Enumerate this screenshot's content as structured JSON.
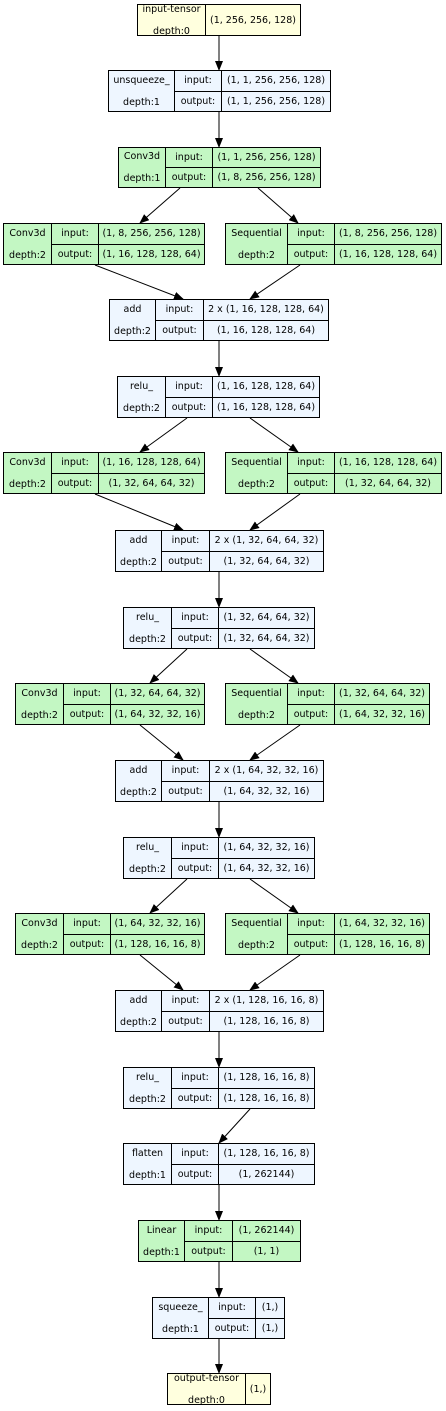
{
  "nodes": [
    {
      "id": "input_tensor",
      "type": "io",
      "color": "yellow",
      "name": [
        "input-tensor",
        "depth:0"
      ],
      "value": "(1, 256, 256, 128)"
    },
    {
      "id": "unsqueeze",
      "type": "layer",
      "color": "blue",
      "name": [
        "unsqueeze_",
        "depth:1"
      ],
      "input": "(1, 1, 256, 256, 128)",
      "output": "(1, 1, 256, 256, 128)"
    },
    {
      "id": "conv3d_0",
      "type": "layer",
      "color": "green",
      "name": [
        "Conv3d",
        "depth:1"
      ],
      "input": "(1, 1, 256, 256, 128)",
      "output": "(1, 8, 256, 256, 128)"
    },
    {
      "id": "conv3d_1",
      "type": "layer",
      "color": "green",
      "name": [
        "Conv3d",
        "depth:2"
      ],
      "input": "(1, 8, 256, 256, 128)",
      "output": "(1, 16, 128, 128, 64)"
    },
    {
      "id": "seq_1",
      "type": "layer",
      "color": "green",
      "name": [
        "Sequential",
        "depth:2"
      ],
      "input": "(1, 8, 256, 256, 128)",
      "output": "(1, 16, 128, 128, 64)"
    },
    {
      "id": "add_1",
      "type": "layer",
      "color": "blue",
      "name": [
        "add",
        "depth:2"
      ],
      "input": "2 x (1, 16, 128, 128, 64)",
      "output": "(1, 16, 128, 128, 64)"
    },
    {
      "id": "relu_1",
      "type": "layer",
      "color": "blue",
      "name": [
        "relu_",
        "depth:2"
      ],
      "input": "(1, 16, 128, 128, 64)",
      "output": "(1, 16, 128, 128, 64)"
    },
    {
      "id": "conv3d_2",
      "type": "layer",
      "color": "green",
      "name": [
        "Conv3d",
        "depth:2"
      ],
      "input": "(1, 16, 128, 128, 64)",
      "output": "(1, 32, 64, 64, 32)"
    },
    {
      "id": "seq_2",
      "type": "layer",
      "color": "green",
      "name": [
        "Sequential",
        "depth:2"
      ],
      "input": "(1, 16, 128, 128, 64)",
      "output": "(1, 32, 64, 64, 32)"
    },
    {
      "id": "add_2",
      "type": "layer",
      "color": "blue",
      "name": [
        "add",
        "depth:2"
      ],
      "input": "2 x (1, 32, 64, 64, 32)",
      "output": "(1, 32, 64, 64, 32)"
    },
    {
      "id": "relu_2",
      "type": "layer",
      "color": "blue",
      "name": [
        "relu_",
        "depth:2"
      ],
      "input": "(1, 32, 64, 64, 32)",
      "output": "(1, 32, 64, 64, 32)"
    },
    {
      "id": "conv3d_3",
      "type": "layer",
      "color": "green",
      "name": [
        "Conv3d",
        "depth:2"
      ],
      "input": "(1, 32, 64, 64, 32)",
      "output": "(1, 64, 32, 32, 16)"
    },
    {
      "id": "seq_3",
      "type": "layer",
      "color": "green",
      "name": [
        "Sequential",
        "depth:2"
      ],
      "input": "(1, 32, 64, 64, 32)",
      "output": "(1, 64, 32, 32, 16)"
    },
    {
      "id": "add_3",
      "type": "layer",
      "color": "blue",
      "name": [
        "add",
        "depth:2"
      ],
      "input": "2 x (1, 64, 32, 32, 16)",
      "output": "(1, 64, 32, 32, 16)"
    },
    {
      "id": "relu_3",
      "type": "layer",
      "color": "blue",
      "name": [
        "relu_",
        "depth:2"
      ],
      "input": "(1, 64, 32, 32, 16)",
      "output": "(1, 64, 32, 32, 16)"
    },
    {
      "id": "conv3d_4",
      "type": "layer",
      "color": "green",
      "name": [
        "Conv3d",
        "depth:2"
      ],
      "input": "(1, 64, 32, 32, 16)",
      "output": "(1, 128, 16, 16, 8)"
    },
    {
      "id": "seq_4",
      "type": "layer",
      "color": "green",
      "name": [
        "Sequential",
        "depth:2"
      ],
      "input": "(1, 64, 32, 32, 16)",
      "output": "(1, 128, 16, 16, 8)"
    },
    {
      "id": "add_4",
      "type": "layer",
      "color": "blue",
      "name": [
        "add",
        "depth:2"
      ],
      "input": "2 x (1, 128, 16, 16, 8)",
      "output": "(1, 128, 16, 16, 8)"
    },
    {
      "id": "relu_4",
      "type": "layer",
      "color": "blue",
      "name": [
        "relu_",
        "depth:2"
      ],
      "input": "(1, 128, 16, 16, 8)",
      "output": "(1, 128, 16, 16, 8)"
    },
    {
      "id": "flatten",
      "type": "layer",
      "color": "blue",
      "name": [
        "flatten",
        "depth:1"
      ],
      "input": "(1, 128, 16, 16, 8)",
      "output": "(1, 262144)"
    },
    {
      "id": "linear",
      "type": "layer",
      "color": "green",
      "name": [
        "Linear",
        "depth:1"
      ],
      "input": "(1, 262144)",
      "output": "(1, 1)"
    },
    {
      "id": "squeeze",
      "type": "layer",
      "color": "blue",
      "name": [
        "squeeze_",
        "depth:1"
      ],
      "input": "(1,)",
      "output": "(1,)"
    },
    {
      "id": "output_tensor",
      "type": "io",
      "color": "yellow",
      "name": [
        "output-tensor",
        "depth:0"
      ],
      "value": "(1,)"
    }
  ],
  "edges": [
    [
      "input_tensor",
      "unsqueeze"
    ],
    [
      "unsqueeze",
      "conv3d_0"
    ],
    [
      "conv3d_0",
      "conv3d_1"
    ],
    [
      "conv3d_0",
      "seq_1"
    ],
    [
      "conv3d_1",
      "add_1"
    ],
    [
      "seq_1",
      "add_1"
    ],
    [
      "add_1",
      "relu_1"
    ],
    [
      "relu_1",
      "conv3d_2"
    ],
    [
      "relu_1",
      "seq_2"
    ],
    [
      "conv3d_2",
      "add_2"
    ],
    [
      "seq_2",
      "add_2"
    ],
    [
      "add_2",
      "relu_2"
    ],
    [
      "relu_2",
      "conv3d_3"
    ],
    [
      "relu_2",
      "seq_3"
    ],
    [
      "conv3d_3",
      "add_3"
    ],
    [
      "seq_3",
      "add_3"
    ],
    [
      "add_3",
      "relu_3"
    ],
    [
      "relu_3",
      "conv3d_4"
    ],
    [
      "relu_3",
      "seq_4"
    ],
    [
      "conv3d_4",
      "add_4"
    ],
    [
      "seq_4",
      "add_4"
    ],
    [
      "add_4",
      "relu_4"
    ],
    [
      "relu_4",
      "flatten"
    ],
    [
      "flatten",
      "linear"
    ],
    [
      "linear",
      "squeeze"
    ],
    [
      "squeeze",
      "output_tensor"
    ]
  ],
  "labels": {
    "input": "input:",
    "output": "output:"
  },
  "colors": {
    "blue": "#eef6ff",
    "green": "#c3f7c3",
    "yellow": "#ffffde",
    "stroke": "#000000"
  }
}
